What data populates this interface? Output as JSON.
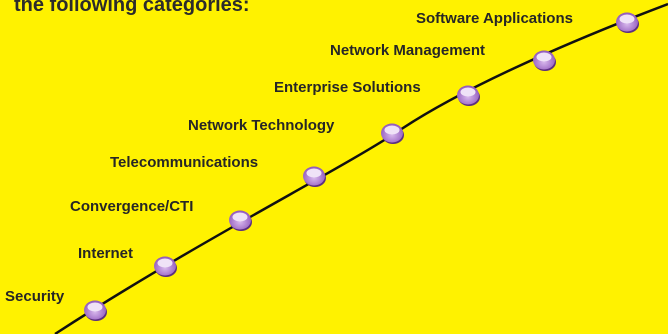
{
  "heading": "the following categories:",
  "categories": [
    "Security",
    "Internet",
    "Convergence/CTI",
    "Telecommunications",
    "Network Technology",
    "Enterprise Solutions",
    "Network Management",
    "Software Applications"
  ],
  "colors": {
    "background": "#fff200",
    "line": "#111111",
    "node_fill": "#9a62c2",
    "node_highlight": "#efe2f7",
    "label": "#262626"
  }
}
